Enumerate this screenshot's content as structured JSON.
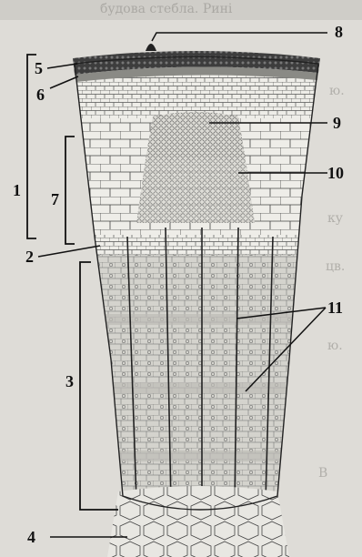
{
  "figure": {
    "labels": [
      "1",
      "2",
      "3",
      "4",
      "5",
      "6",
      "7",
      "8",
      "9",
      "10",
      "11"
    ],
    "background_text": {
      "top": "будова стебла. Рині",
      "r1": "ю.",
      "r2": "ку",
      "r3": "цв.",
      "r4": "ю.",
      "bottom": "В"
    }
  },
  "colors": {
    "page": "#d9d8d3",
    "paper": "#e6e5e0",
    "ink": "#1a1a1a",
    "bark": "#3a3a3a",
    "tissue": "#c9c8c3"
  }
}
